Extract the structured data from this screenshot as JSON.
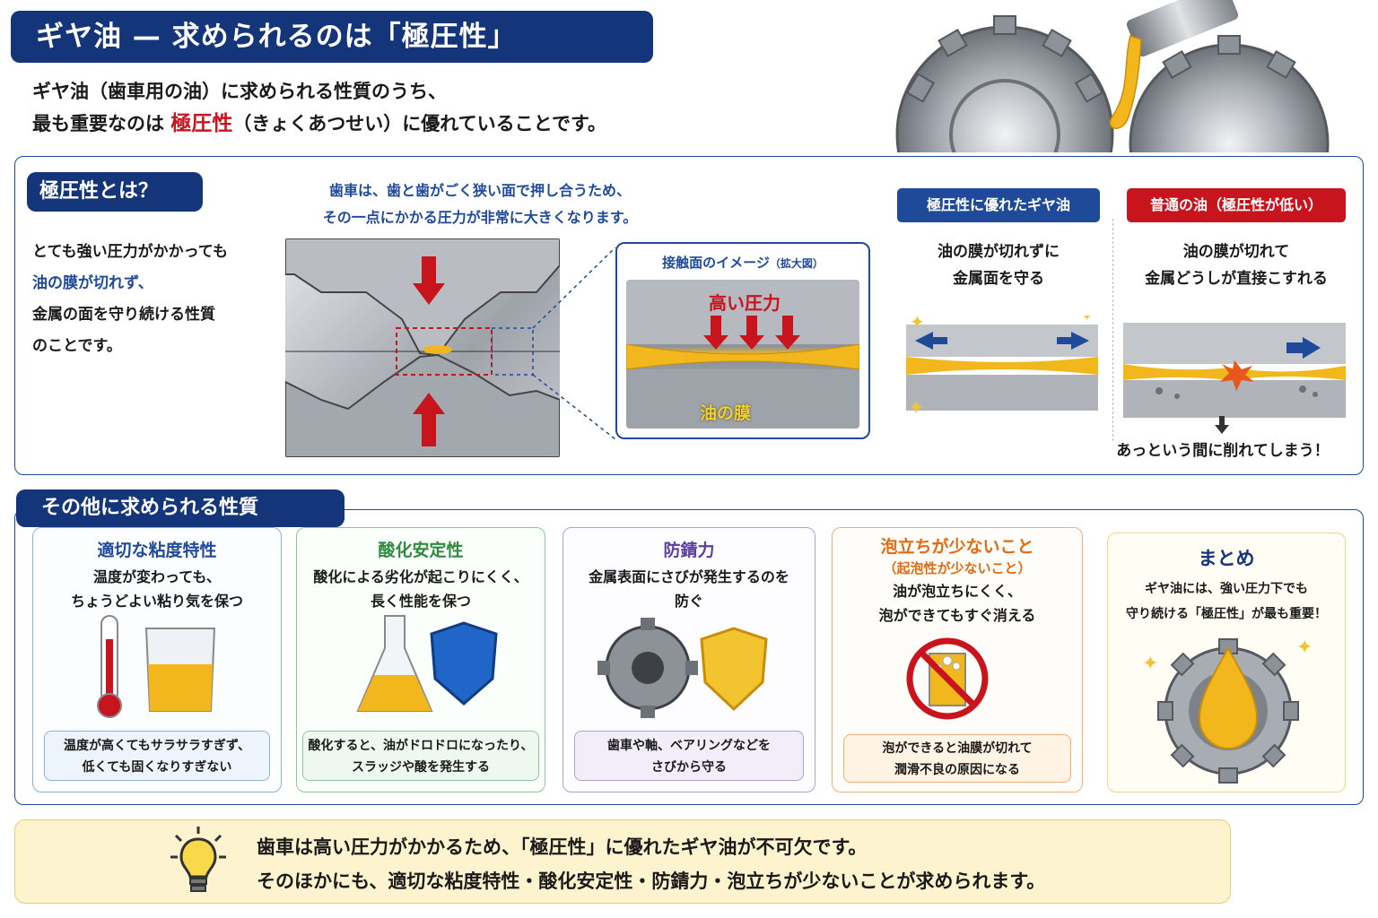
{
  "header": {
    "title": "ギヤ油 — 求められるのは「極圧性」",
    "intro_line1": "ギヤ油（歯車用の油）に求められる性質のうち、",
    "intro_line2_pre": "最も重要なのは ",
    "intro_line2_hl": "極圧性",
    "intro_line2_post": "（きょくあつせい）に優れていることです。"
  },
  "what": {
    "pill": "極圧性とは？",
    "desc_line1": "とても強い圧力がかかっても",
    "desc_line2": "油の膜が切れず、",
    "desc_line3": "金属の面を守り続ける性質",
    "desc_line4": "のことです。"
  },
  "gear_caption": {
    "line1": "歯車は、歯と歯がごく狭い面で押し合うため、",
    "line2": "その一点にかかる圧力が非常に大きくなります。"
  },
  "zoom": {
    "title": "接触面のイメージ",
    "title_small": "（拡大図）",
    "pressure": "高い圧力",
    "film": "油の膜"
  },
  "compare": {
    "good_label": "極圧性に優れたギヤ油",
    "good_line1": "油の膜が切れずに",
    "good_line2": "金属面を守る",
    "bad_label": "普通の油（極圧性が低い）",
    "bad_line1": "油の膜が切れて",
    "bad_line2": "金属どうしが直接こすれる",
    "bad_note": "あっという間に削れてしまう！"
  },
  "other": {
    "pill": "その他に求められる性質",
    "cards": [
      {
        "title": "適切な粘度特性",
        "desc1": "温度が変わっても、",
        "desc2": "ちょうどよい粘り気を保つ",
        "note1": "温度が高くてもサラサラすぎず、",
        "note2": "低くても固くなりすぎない"
      },
      {
        "title": "酸化安定性",
        "desc1": "酸化による劣化が起こりにくく、",
        "desc2": "長く性能を保つ",
        "note1": "酸化すると、油がドロドロになったり、",
        "note2": "スラッジや酸を発生する"
      },
      {
        "title": "防錆力",
        "desc1": "金属表面にさびが発生するのを",
        "desc2": "防ぐ",
        "note1": "歯車や軸、ベアリングなどを",
        "note2": "さびから守る"
      },
      {
        "title": "泡立ちが少ないこと",
        "subtitle": "（起泡性が少ないこと）",
        "desc1": "油が泡立ちにくく、",
        "desc2": "泡ができてもすぐ消える",
        "note1": "泡ができると油膜が切れて",
        "note2": "潤滑不良の原因になる"
      },
      {
        "title": "まとめ",
        "desc1": "ギヤ油には、強い圧力下でも",
        "desc2": "守り続ける「極圧性」が最も重要！"
      }
    ]
  },
  "bottom": {
    "line1": "歯車は高い圧力がかかるため、「極圧性」に優れたギヤ油が不可欠です。",
    "line2": "そのほかにも、適切な粘度特性・酸化安定性・防錆力・泡立ちが少ないことが求められます。"
  },
  "colors": {
    "navy": "#14357a",
    "blue": "#1f4a9a",
    "red": "#c8141c",
    "oil": "#f2b71c",
    "green": "#2e8b3e",
    "purple": "#5b3fa0",
    "orange": "#e26a10"
  }
}
